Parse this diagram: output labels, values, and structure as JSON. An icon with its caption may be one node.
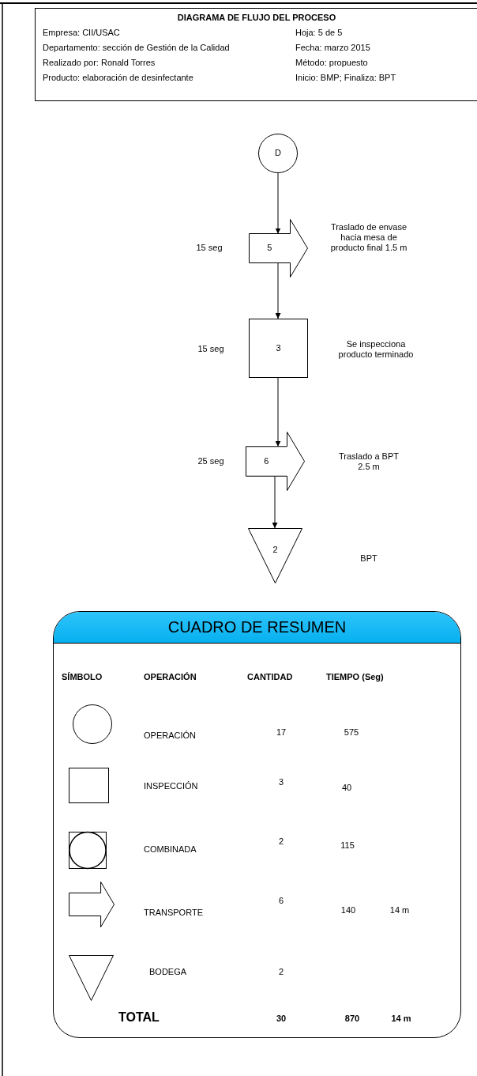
{
  "diagram": {
    "nodes": [
      {
        "text": [
          "DIAGRAMA DE FLUJO DEL PROCESO",
          "Empresa: CII/USAC",
          "Hoja: 5 de 5",
          "Departamento: sección de Gestión de la Calidad",
          "Fecha: marzo 2015",
          "Realizado por: Ronald Torres",
          "Método: propuesto",
          "Producto: elaboración de desinfectante",
          "Inicio: BMP; Finaliza: BPT"
        ]
      },
      {
        "text": [
          "D"
        ]
      },
      {
        "text": [
          "5"
        ],
        "beside": [
          "15 seg",
          "Traslado de envase hacia mesa de producto final 1.5 m"
        ]
      },
      {
        "text": [
          "3"
        ],
        "beside": [
          "15 seg",
          "Se inspecciona producto terminado"
        ]
      },
      {
        "text": [
          "6"
        ],
        "beside": [
          "25 seg",
          "Traslado a BPT 2.5 m"
        ]
      },
      {
        "text": [
          "2"
        ]
      },
      {
        "text": [
          "CUADRO DE RESUMEN"
        ]
      },
      {
        "text": [],
        "shape": "circle",
        "in": 6
      },
      {
        "text": [],
        "shape": "box",
        "in": 6
      },
      {
        "text": [],
        "shape": "box",
        "in": 6
      },
      {
        "text": [],
        "shape": "arrow",
        "in": 6
      },
      {
        "text": [],
        "shape": "triangle",
        "in": 6
      }
    ],
    "edges": [
      {
        "from": 1,
        "to": 2,
        "arrow": "to"
      },
      {
        "from": 2,
        "to": 3,
        "arrow": "to"
      },
      {
        "from": 3,
        "to": 4,
        "arrow": "to"
      },
      {
        "from": 4,
        "to": 5,
        "arrow": "to"
      }
    ],
    "labels": [
      "BPT",
      "SÍMBOLO",
      "OPERACIÓN",
      "CANTIDAD",
      "TIEMPO (Seg)",
      "OPERACIÓN",
      "17",
      "575",
      "INSPECCIÓN",
      "3",
      "40",
      "COMBINADA",
      "2",
      "115",
      "TRANSPORTE",
      "6",
      "140",
      "14 m",
      "BODEGA",
      "2",
      "TOTAL",
      "30",
      "870",
      "14 m"
    ]
  }
}
